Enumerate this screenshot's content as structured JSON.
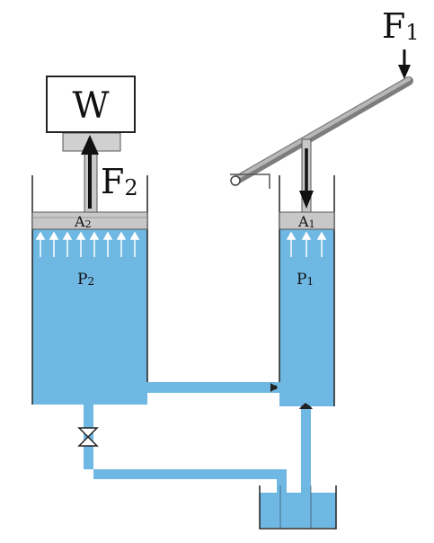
{
  "labels": {
    "weight": "W",
    "force_out": "F",
    "force_out_sub": "2",
    "force_in": "F",
    "force_in_sub": "1",
    "area_large": "A",
    "area_large_sub": "2",
    "area_small": "A",
    "area_small_sub": "1",
    "pressure_large": "P",
    "pressure_large_sub": "2",
    "pressure_small": "P",
    "pressure_small_sub": "1"
  },
  "colors": {
    "water": "#6fb8e4",
    "water_dark": "#3f8fc2",
    "piston": "#c8c8c8",
    "lever": "#9a9a9a",
    "outline": "#222222",
    "arrow": "#111111"
  }
}
